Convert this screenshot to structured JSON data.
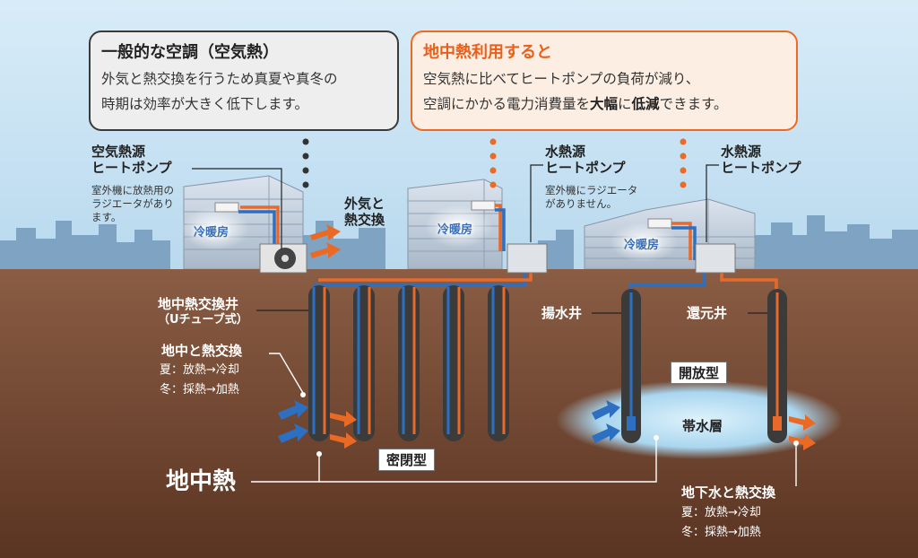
{
  "callouts": {
    "left": {
      "title": "一般的な空調（空気熱）",
      "line1": "外気と熱交換を行うため真夏や真冬の",
      "line2": "時期は効率が大きく低下します。"
    },
    "right": {
      "title": "地中熱利用すると",
      "line1": "空気熱に比べてヒートポンプの負荷が減り、",
      "line2_a": "空調にかかる電力消費量を",
      "line2_b": "大幅",
      "line2_c": "に",
      "line2_d": "低減",
      "line2_e": "できます。"
    }
  },
  "labels": {
    "air_source": {
      "line1": "空気熱源",
      "line2": "ヒートポンプ",
      "note1": "室外機に放熱用の",
      "note2": "ラジエータがあり",
      "note3": "ます。"
    },
    "air_exchange": {
      "line1": "外気と",
      "line2": "熱交換"
    },
    "water_source_1": {
      "line1": "水熱源",
      "line2": "ヒートポンプ",
      "note1": "室外機にラジエータ",
      "note2": "がありません。"
    },
    "water_source_2": {
      "line1": "水熱源",
      "line2": "ヒートポンプ"
    },
    "cooling_heating": "冷暖房",
    "exchange_well": {
      "line1": "地中熱交換井",
      "line2": "（Uチューブ式）"
    },
    "ground_exchange": {
      "title": "地中と熱交換",
      "summer": "夏：放熱→冷却",
      "winter": "冬：採熱→加熱"
    },
    "pumping_well": "揚水井",
    "injection_well": "還元井",
    "open_type": "開放型",
    "aquifer": "帯水層",
    "closed_type": "密閉型",
    "geothermal_heat": "地中熱",
    "groundwater_exchange": {
      "title": "地下水と熱交換",
      "summer": "夏：放熱→冷却",
      "winter": "冬：採熱→加熱"
    }
  },
  "colors": {
    "accent_orange": "#ec6a22",
    "pipe_blue": "#2d6fc0",
    "pipe_orange": "#e86a2a",
    "soil": "#6b4330",
    "sky": "#cfe6f5"
  }
}
